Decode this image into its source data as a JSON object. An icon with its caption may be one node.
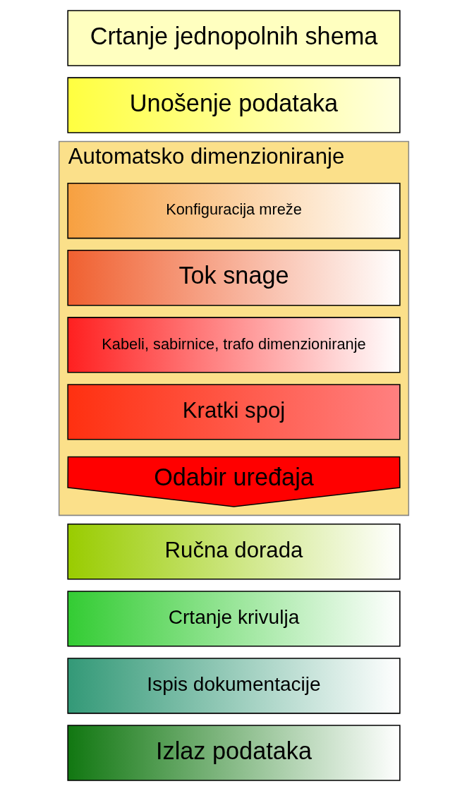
{
  "diagram": {
    "nodes": [
      {
        "text": [
          "Crtanje jednopolnih shema"
        ]
      },
      {
        "text": [
          "Unošenje podataka"
        ]
      },
      {
        "text": [
          "Automatsko dimenzioniranje"
        ]
      },
      {
        "text": [
          "Konfiguracija mreže"
        ],
        "in": 2
      },
      {
        "text": [
          "Tok snage"
        ],
        "in": 2
      },
      {
        "text": [
          "Kabeli, sabirnice, trafo dimenzioniranje"
        ],
        "in": 2
      },
      {
        "text": [
          "Kratki spoj"
        ],
        "in": 2
      },
      {
        "text": [
          "Odabir uređaja"
        ],
        "in": 2
      },
      {
        "text": [
          "Ručna dorada"
        ]
      },
      {
        "text": [
          "Crtanje krivulja"
        ]
      },
      {
        "text": [
          "Ispis dokumentacije"
        ]
      },
      {
        "text": [
          "Izlaz podataka"
        ]
      }
    ]
  }
}
